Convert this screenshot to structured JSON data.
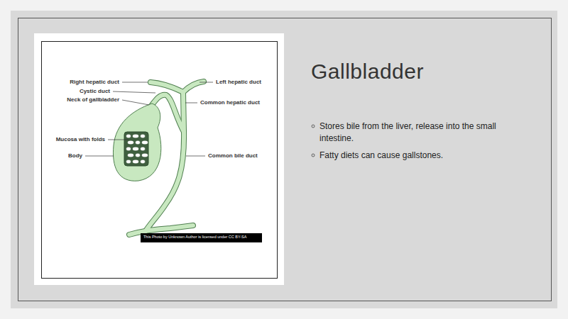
{
  "diagram": {
    "title": "Gallbladder",
    "nodes": [
      {
        "text": [
          "This Photo by Unknown Author is licensed under CC BY-SA"
        ]
      }
    ],
    "labels": [
      "Right hepatic duct",
      "Cystic duct",
      "Neck of gallbladder",
      "Mucosa with folds",
      "Body",
      "Left hepatic duct",
      "Common hepatic duct",
      "Common bile duct",
      "Stores bile from the liver, release into the small intestine.",
      "Fatty diets can cause gallstones."
    ]
  }
}
